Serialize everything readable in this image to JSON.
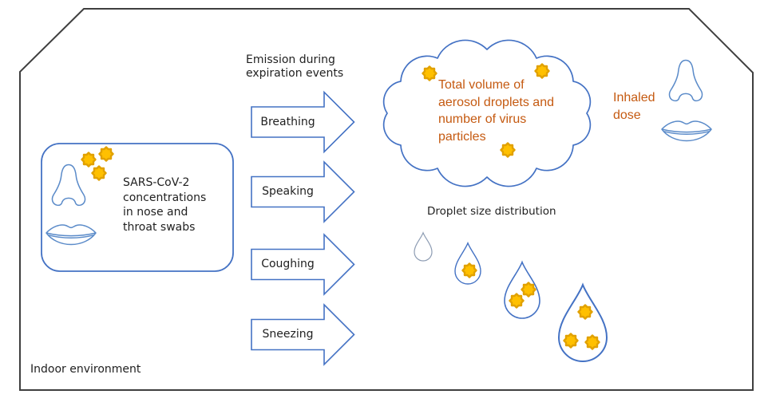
{
  "diagram": {
    "indoor_label": "Indoor environment",
    "source_box": {
      "text": "SARS-CoV-2\nconcentrations\nin nose and\nthroat swabs"
    },
    "emission": {
      "heading": "Emission during\nexpiration events",
      "arrows": [
        {
          "label": "Breathing"
        },
        {
          "label": "Speaking"
        },
        {
          "label": "Coughing"
        },
        {
          "label": "Sneezing"
        }
      ]
    },
    "cloud": {
      "text": "Total volume of\naerosol droplets and\nnumber of virus\nparticles"
    },
    "droplets": {
      "heading": "Droplet size distribution",
      "virus_counts": [
        0,
        1,
        2,
        3
      ]
    },
    "inhaled": {
      "text": "Inhaled\ndose"
    },
    "icons": {
      "nose": "nose-icon",
      "lips": "lips-icon",
      "virus": "virus-particle-icon",
      "cloud": "aerosol-cloud-icon",
      "droplet": "droplet-icon",
      "arrow": "block-arrow-icon"
    },
    "colors": {
      "accent_blue": "#4472C4",
      "icon_blue": "#5B8BC9",
      "virus_fill": "#FFC000",
      "virus_stroke": "#E1A100",
      "orange_text": "#C55A11",
      "outline_dark": "#3F3F3F",
      "small_droplet_stroke": "#8D9CB3"
    }
  }
}
